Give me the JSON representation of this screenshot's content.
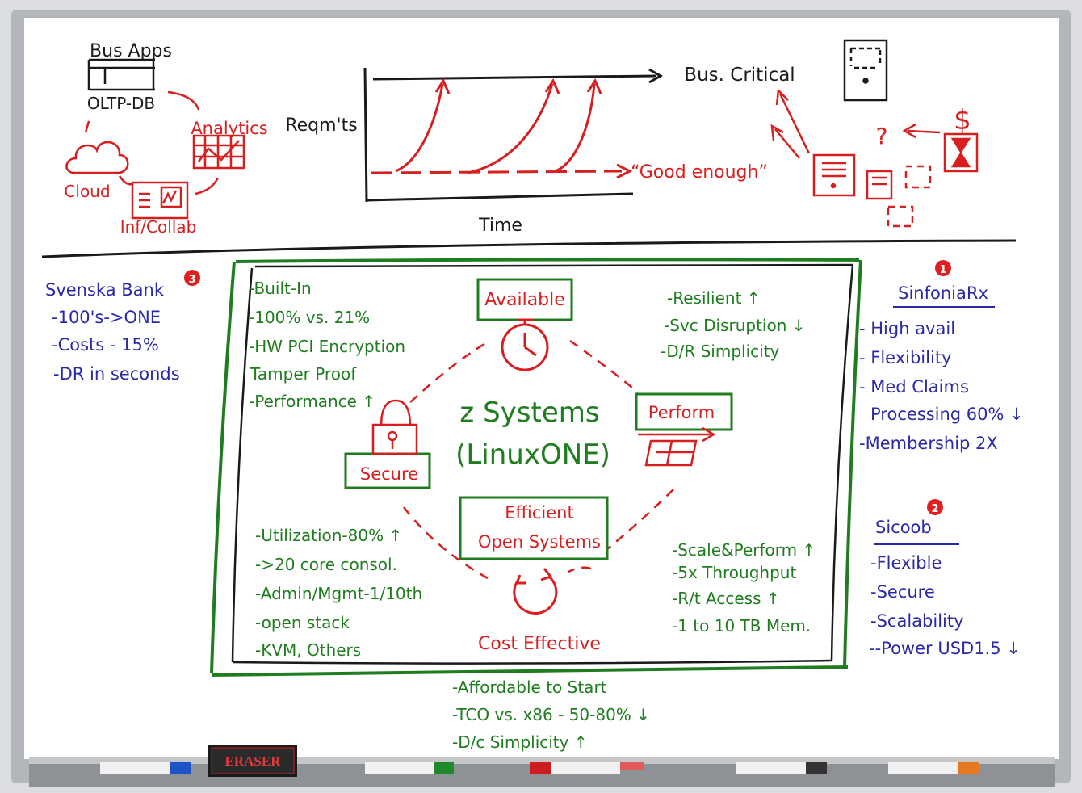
{
  "top": {
    "bus_apps": "Bus Apps",
    "oltp_db": "OLTP-DB",
    "analytics": "Analytics",
    "cloud": "Cloud",
    "inf_collab": "Inf/Collab",
    "reqmts": "Reqm'ts",
    "time": "Time",
    "bus_critical": "Bus. Critical",
    "good_enough": "“Good enough”",
    "question": "?",
    "dollar": "$"
  },
  "center": {
    "title_line1": "z Systems",
    "title_line2": "(LinuxONE)",
    "available": "Available",
    "perform": "Perform",
    "secure": "Secure",
    "efficient_line1": "Efficient",
    "efficient_line2": "Open Systems",
    "cost_effective": "Cost Effective"
  },
  "secure_list": [
    "-Built-In",
    "-100% vs. 21%",
    "-HW PCI Encryption",
    "Tamper Proof",
    "-Performance ↑"
  ],
  "available_list": [
    "-Resilient ↑",
    "-Svc Disruption ↓",
    "-D/R Simplicity"
  ],
  "efficient_list": [
    "-Utilization-80% ↑",
    "->20 core consol.",
    "-Admin/Mgmt-1/10th",
    "-open stack",
    "-KVM, Others"
  ],
  "perform_list": [
    "-Scale&Perform ↑",
    "-5x Throughput",
    "-R/t Access ↑",
    "-1 to 10 TB Mem."
  ],
  "cost_list": [
    "-Affordable to Start",
    "-TCO vs. x86 - 50-80%  ↓",
    "-D/c Simplicity ↑"
  ],
  "svenska": {
    "title": "Svenska Bank",
    "badge": "3",
    "items": [
      "-100's->ONE",
      "-Costs - 15%",
      "-DR in seconds"
    ]
  },
  "sinfonia": {
    "title": "SinfoniaRx",
    "badge": "1",
    "items": [
      "- High avail",
      "- Flexibility",
      "- Med Claims",
      "Processing 60% ↓",
      "-Membership 2X"
    ]
  },
  "sicoob": {
    "title": "Sicoob",
    "badge": "2",
    "items": [
      "-Flexible",
      "-Secure",
      "-Scalability",
      "--Power USD1.5 ↓"
    ]
  },
  "tray": {
    "eraser_label": "ERASER"
  },
  "colors": {
    "green": "#1f7d1f",
    "red": "#d81f1f",
    "blue": "#2a2aa8",
    "black": "#1a1a1a",
    "board": "#ffffff",
    "frame": "#a9acb0"
  }
}
